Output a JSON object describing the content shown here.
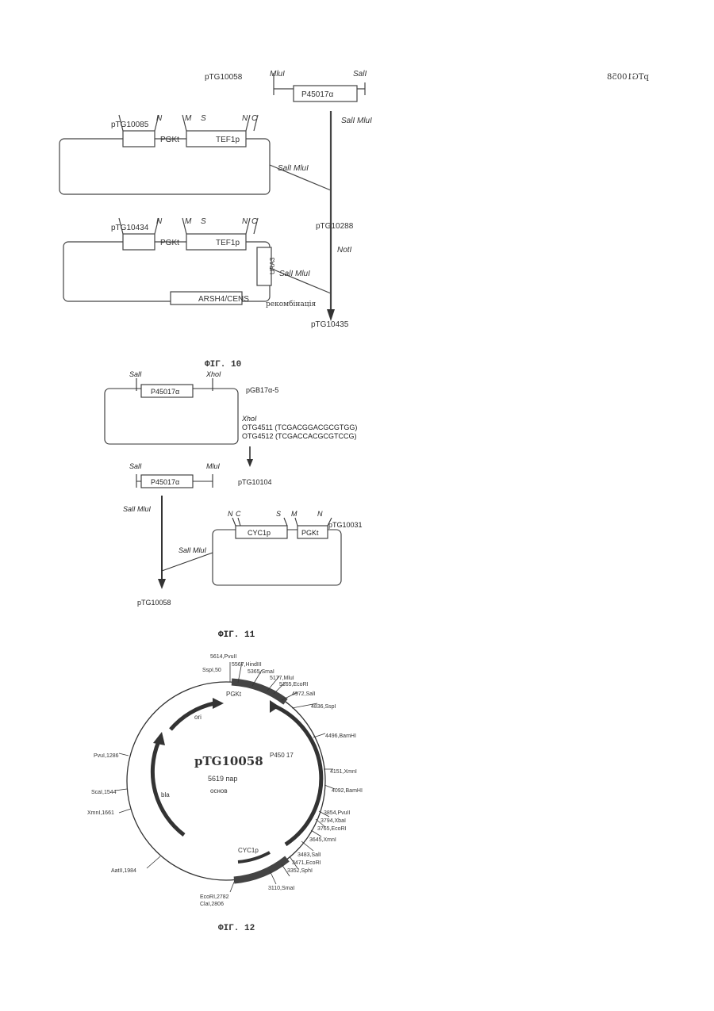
{
  "fig10": {
    "caption": "ФІГ. 10",
    "top_plasmid": "pTG10058",
    "top_sites": [
      "MluI",
      "SalI"
    ],
    "top_insert": "P45017α",
    "vector_plasmid": "pTG10085",
    "vector_sites": [
      "N",
      "M",
      "S",
      "N",
      "C"
    ],
    "vector_boxes": [
      "PGKt",
      "TEF1p"
    ],
    "enzymes_right": "SalI MluI",
    "enzymes_mid": "SalI MluI",
    "intermediate": "pTG10288",
    "lower_plasmid": "pTG10434",
    "lower_sites": [
      "N",
      "M",
      "S",
      "N",
      "C"
    ],
    "lower_boxes": [
      "PGKt",
      "TEF1p",
      "URA3",
      "ARSH4/CENS"
    ],
    "enzymes_lower_right": "NotI",
    "enzymes_lower_mid": "SalI MluI",
    "ligation_label": "рекомбінація",
    "final": "pTG10435"
  },
  "fig11": {
    "caption": "ФІГ. 11",
    "top_sites": [
      "SalI",
      "XhoI"
    ],
    "insert": "P45017α",
    "plasmid1": "pGB17α-5",
    "xhoi": "XhoI",
    "oligo1": "OTG4511 (TCGACGGACGCGTGG)",
    "oligo2": "OTG4512 (TCGACCACGCGTCCG)",
    "mid_sites": [
      "SalI",
      "MluI"
    ],
    "plasmid2": "pTG10104",
    "enzymes_left": "SalI MluI",
    "vector_sites": [
      "N",
      "C",
      "S",
      "M",
      "N"
    ],
    "vector_boxes": [
      "CYC1p",
      "PGKt"
    ],
    "vector_name": "pTG10031",
    "enzymes_mid": "SalI MluI",
    "final": "pTG10058"
  },
  "fig12": {
    "caption": "ФІГ. 12",
    "name": "pTG10058",
    "size": "5619 пар",
    "subtitle": "основ",
    "features": [
      "PGKt",
      "ori",
      "bla",
      "CYC1p",
      "P450 17"
    ],
    "site_labels": [
      "5614,PvuII",
      "5567,HindIII",
      "5365,SmaI",
      "5177,MluI",
      "5165,EcoRI",
      "SspI,50",
      "4972,SalI",
      "4836,SspI",
      "4496,BamHI",
      "4151,XmnI",
      "4092,BamHI",
      "3854,PvuII",
      "3794,XbaI",
      "3765,EcoRI",
      "3645,XmnI",
      "3483,SalI",
      "3471,EcoRI",
      "3352,SphI",
      "3110,SmaI",
      "EcoRI,2782",
      "ClaI,2806",
      "AatII,1984",
      "XmnI,1661",
      "ScaI,1544",
      "PvuI,1286"
    ]
  }
}
